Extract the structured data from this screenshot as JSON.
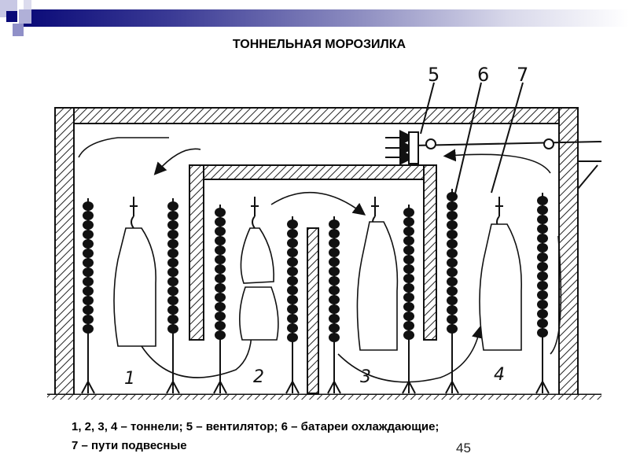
{
  "slide": {
    "title": "ТОННЕЛЬНАЯ МОРОЗИЛКА",
    "caption_line1": "1, 2, 3, 4 – тоннели; 5 – вентилятор; 6 – батареи охлаждающие;",
    "caption_line2": "7 – пути подвесные",
    "page_number": "45"
  },
  "diagram": {
    "tunnel_labels": [
      "1",
      "2",
      "3",
      "4"
    ],
    "callouts": [
      "5",
      "6",
      "7"
    ]
  },
  "colors": {
    "header_dark": "#0a0a78",
    "accent_square": "#9090c8"
  }
}
